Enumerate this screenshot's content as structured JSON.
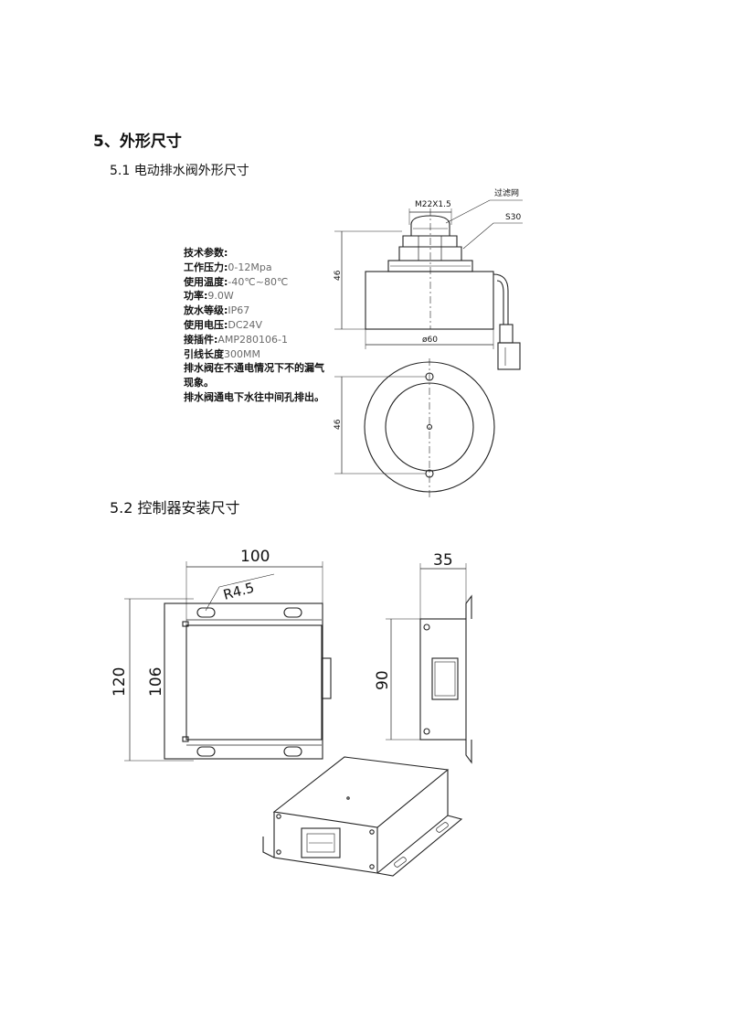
{
  "section": {
    "title": "5、外形尺寸",
    "sub1": "5.1 电动排水阀外形尺寸",
    "sub2": "5.2 控制器安装尺寸"
  },
  "valve": {
    "label_thread": "M22X1.5",
    "label_filter": "过滤网",
    "label_hex": "S30",
    "dim_height": "46",
    "dim_diameter": "ø60",
    "dim_height_top": "46"
  },
  "specs": {
    "heading": "技术参数:",
    "rows": [
      {
        "key": "工作压力:",
        "val": "0-12Mpa"
      },
      {
        "key": "使用温度:",
        "val": "-40℃~80℃"
      },
      {
        "key": "功率:",
        "val": "9.0W"
      },
      {
        "key": "放水等级:",
        "val": "IP67"
      },
      {
        "key": "使用电压:",
        "val": "DC24V"
      },
      {
        "key": "接插件:",
        "val": "AMP280106-1"
      },
      {
        "key": "引线长度",
        "val": "300MM"
      }
    ],
    "note1": "排水阀在不通电情况下不的漏气",
    "note1b": "现象。",
    "note2": "排水阀通电下水往中间孔排出。"
  },
  "controller": {
    "dim_width": "100",
    "dim_radius": "R4.5",
    "dim_height_outer": "120",
    "dim_height_inner": "106",
    "dim_depth": "35",
    "dim_side_height": "90"
  }
}
